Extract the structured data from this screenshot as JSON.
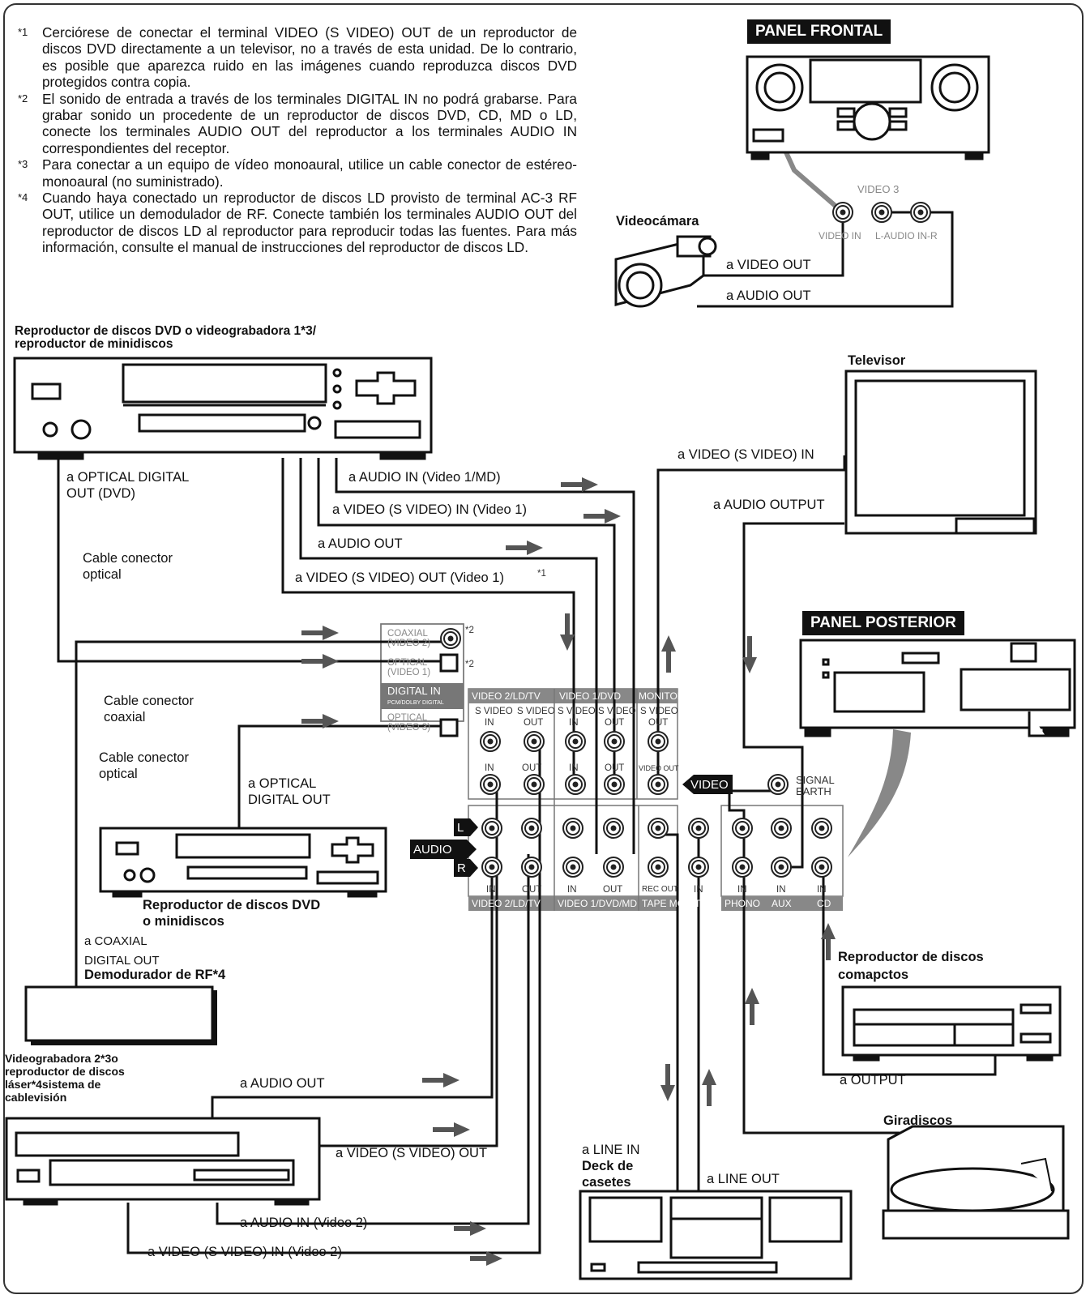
{
  "notes": [
    {
      "mark": "*1",
      "text": "Cerciórese de conectar el terminal VIDEO (S VIDEO) OUT de un reproductor de discos DVD directamente a un televisor, no a través de esta unidad. De lo contrario, es posible que aparezca ruido en las imágenes cuando reproduzca discos DVD protegidos contra copia."
    },
    {
      "mark": "*2",
      "text": "El sonido de entrada a través de los terminales DIGITAL IN no podrá grabarse.  Para grabar sonido un procedente de un reproductor de discos DVD, CD, MD o LD, conecte los terminales AUDIO OUT del reproductor a los terminales AUDIO IN correspondientes del receptor."
    },
    {
      "mark": "*3",
      "text": "Para conectar a un equipo de vídeo monoaural, utilice un cable conector de estéreo-monoaural (no suministrado)."
    },
    {
      "mark": "*4",
      "text": "Cuando haya conectado un reproductor de discos LD provisto de terminal AC-3 RF OUT, utilice un demodulador de RF. Conecte también los terminales AUDIO OUT del reproductor de discos LD al reproductor para reproducir todas las fuentes.  Para más información, consulte el manual de instrucciones del reproductor de discos LD."
    }
  ],
  "panels": {
    "front": "PANEL FRONTAL",
    "rear": "PANEL POSTERIOR"
  },
  "front_jacks": {
    "group": "VIDEO 3",
    "video_in": "VIDEO IN",
    "audio_in": "L-AUDIO IN-R"
  },
  "devices": {
    "videocamara": "Videocámara",
    "dvd_top_1": "Reproductor de discos DVD o videograbadora 1*3/",
    "dvd_top_2": "reproductor de minidiscos",
    "televisor": "Televisor",
    "dvd_mid_1": "Reproductor de discos DVD",
    "dvd_mid_2": "o minidiscos",
    "demod": "Demodurador de RF*4",
    "vcr2_1": "Videograbadora 2*3o",
    "vcr2_2": "reproductor de discos",
    "vcr2_3": "láser*4sistema de",
    "vcr2_4": "cablevisión",
    "cd_1": "Reproductor de discos",
    "cd_2": "comapctos",
    "deck_1": "Deck de",
    "deck_2": "casetes",
    "giradiscos": "Giradiscos"
  },
  "labels": {
    "cam_video": "a VIDEO OUT",
    "cam_audio": "a AUDIO OUT",
    "opt_dvd_1": "a OPTICAL DIGITAL",
    "opt_dvd_2": "OUT (DVD)",
    "cable_opt_1": "Cable conector",
    "cable_opt_2": "optical",
    "audio_in_v1": "a AUDIO IN (Video 1/MD)",
    "video_in_v1": "a VIDEO (S VIDEO) IN (Video 1)",
    "audio_out_top": "a AUDIO OUT",
    "video_out_v1": "a VIDEO (S VIDEO) OUT (Video 1)",
    "video_out_v1_mark": "*1",
    "tv_video": "a VIDEO (S VIDEO) IN",
    "tv_audio": "a AUDIO OUTPUT",
    "cable_coax_1": "Cable conector",
    "cable_coax_2": "coaxial",
    "cable_opt2_1": "Cable conector",
    "cable_opt2_2": "optical",
    "opt_mid_1": "a OPTICAL",
    "opt_mid_2": "DIGITAL OUT",
    "coax_out_1": "a COAXIAL",
    "coax_out_2": "DIGITAL OUT",
    "vcr2_audio_out": "a AUDIO OUT",
    "vcr2_video_out": "a VIDEO (S VIDEO) OUT",
    "vcr2_audio_in": "a AUDIO IN (Video 2)",
    "vcr2_video_in": "a VIDEO (S VIDEO) IN (Video 2)",
    "line_in": "a LINE IN",
    "line_out": "a LINE OUT",
    "cd_output": "a OUTPUT"
  },
  "rear_panel": {
    "digital_in": "DIGITAL IN",
    "digital_in_sub": "PCM/DOLBY DIGITAL",
    "coaxial": "COAXIAL",
    "coaxial_sub": "(VIDEO 2)",
    "optical1": "OPTICAL",
    "optical1_sub": "(VIDEO 1)",
    "optical3": "OPTICAL",
    "optical3_sub": "(VIDEO 3)",
    "mark2": "*2",
    "grp_v2": "VIDEO 2/LD/TV",
    "grp_v1": "VIDEO 1/DVD",
    "grp_mon": "MONITOR",
    "s_video": "S VIDEO",
    "in": "IN",
    "out": "OUT",
    "video_out": "VIDEO OUT",
    "video_tag": "VIDEO",
    "audio_tag": "AUDIO",
    "l": "L",
    "r": "R",
    "signal_1": "SIGNAL",
    "signal_2": "EARTH",
    "rec_out": "REC OUT",
    "bottom_v2": "VIDEO 2/LD/TV",
    "bottom_v1": "VIDEO 1/DVD/MD",
    "bottom_tape": "TAPE MONITOR",
    "bottom_phono": "PHONO",
    "bottom_aux": "AUX",
    "bottom_cd": "CD"
  }
}
